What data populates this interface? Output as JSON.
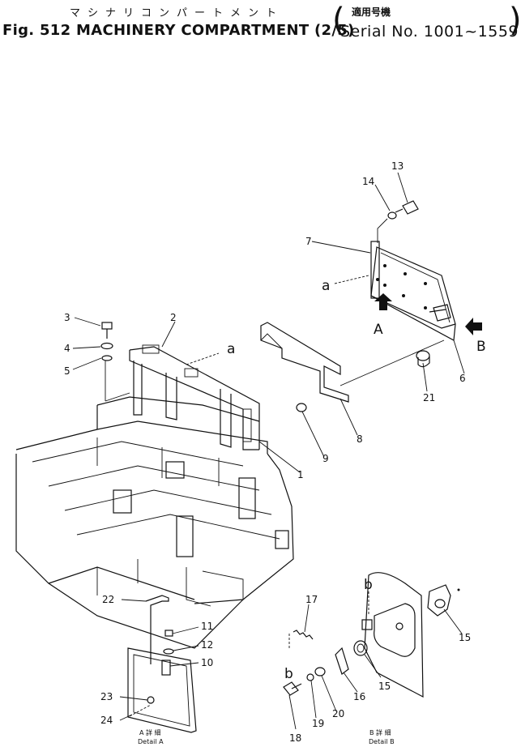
{
  "header": {
    "katakana": "マシナリコンパートメント",
    "title": "Fig. 512 MACHINERY COMPARTMENT (2/5)",
    "applicable_label": "適用号機",
    "serial": "Serial No. 1001~1559"
  },
  "callouts": {
    "p1": "1",
    "p2": "2",
    "p3": "3",
    "p4": "4",
    "p5": "5",
    "p6": "6",
    "p7": "7",
    "p8": "8",
    "p9": "9",
    "p10": "10",
    "p11": "11",
    "p12": "12",
    "p13": "13",
    "p14": "14",
    "p15a": "15",
    "p15b": "15",
    "p16": "16",
    "p17": "17",
    "p18": "18",
    "p19": "19",
    "p20": "20",
    "p21": "21",
    "p22": "22",
    "p23": "23",
    "p24": "24"
  },
  "refs": {
    "a_left": "a",
    "a_right": "a",
    "b_top": "b",
    "b_bottom": "b",
    "arrow_a": "A",
    "arrow_b": "B"
  },
  "details": {
    "a_jp": "A 詳 細",
    "a_en": "Detail A",
    "b_jp": "B 詳 細",
    "b_en": "Detail B"
  }
}
